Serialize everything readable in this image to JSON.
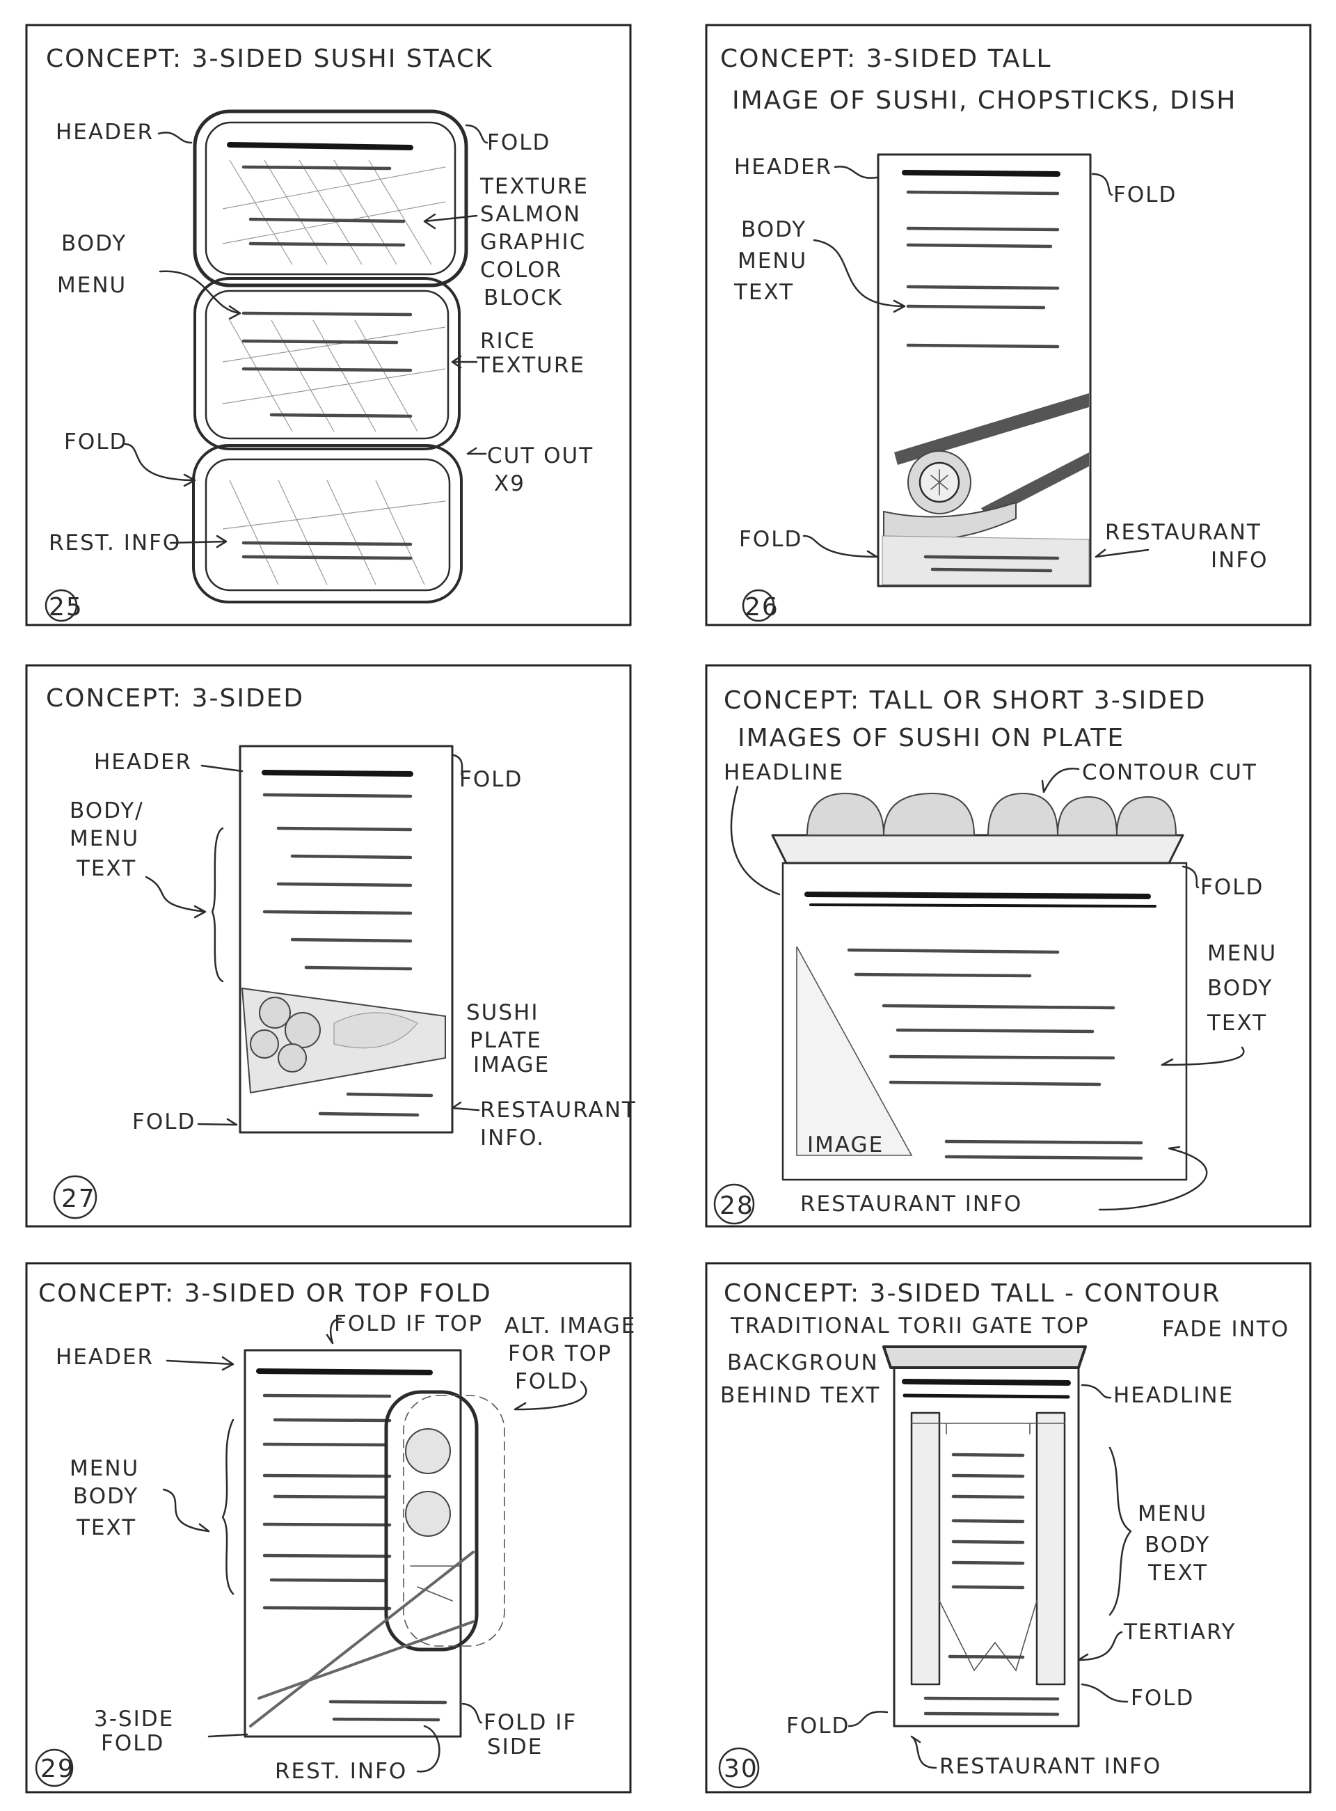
{
  "panels": [
    {
      "number": "25",
      "title": "CONCEPT: 3-SIDED SUSHI STACK",
      "subtitle": "",
      "labels": {
        "header": "HEADER",
        "fold_top": "FOLD",
        "texture_1": "TEXTURE",
        "texture_2": "SALMON",
        "texture_3": "GRAPHIC",
        "color_1": "COLOR",
        "color_2": "BLOCK",
        "body_1": "BODY",
        "body_2": "MENU",
        "rice_1": "RICE",
        "rice_2": "TEXTURE",
        "fold_mid": "FOLD",
        "cutout_1": "CUT OUT",
        "cutout_2": "X9",
        "rest": "REST. INFO"
      }
    },
    {
      "number": "26",
      "title": "CONCEPT: 3-SIDED TALL",
      "subtitle": "IMAGE OF SUSHI, CHOPSTICKS, DISH",
      "labels": {
        "header": "HEADER",
        "fold_top": "FOLD",
        "body_1": "BODY",
        "body_2": "MENU",
        "body_3": "TEXT",
        "fold_bottom": "FOLD",
        "rest_1": "RESTAURANT",
        "rest_2": "INFO"
      }
    },
    {
      "number": "27",
      "title": "CONCEPT: 3-SIDED",
      "subtitle": "",
      "labels": {
        "header": "HEADER",
        "fold_top": "FOLD",
        "body_1": "BODY/",
        "body_2": "MENU",
        "body_3": "TEXT",
        "sushi_1": "SUSHI",
        "sushi_2": "PLATE",
        "sushi_3": "IMAGE",
        "fold_bottom": "FOLD",
        "rest_1": "RESTAURANT",
        "rest_2": "INFO."
      }
    },
    {
      "number": "28",
      "title": "CONCEPT: TALL OR SHORT 3-SIDED",
      "subtitle": "IMAGES OF SUSHI ON PLATE",
      "labels": {
        "headline": "HEADLINE",
        "contour": "CONTOUR CUT",
        "fold": "FOLD",
        "menu_1": "MENU",
        "menu_2": "BODY",
        "menu_3": "TEXT",
        "image": "IMAGE",
        "rest": "RESTAURANT INFO"
      }
    },
    {
      "number": "29",
      "title": "CONCEPT: 3-SIDED OR TOP FOLD",
      "subtitle": "",
      "labels": {
        "fold_if_top": "FOLD IF TOP",
        "header": "HEADER",
        "alt_1": "ALT. IMAGE",
        "alt_2": "FOR TOP",
        "alt_3": "FOLD",
        "menu_1": "MENU",
        "menu_2": "BODY",
        "menu_3": "TEXT",
        "side_1": "3-SIDE",
        "side_2": "FOLD",
        "rest": "REST. INFO",
        "fold_side_1": "FOLD IF",
        "fold_side_2": "SIDE"
      }
    },
    {
      "number": "30",
      "title": "CONCEPT: 3-SIDED TALL - CONTOUR",
      "subtitle_1": "TRADITIONAL TORII GATE TOP",
      "subtitle_2": "FADE INTO",
      "labels": {
        "bg_1": "BACKGROUN",
        "bg_2": "BEHIND TEXT",
        "headline": "HEADLINE",
        "menu_1": "MENU",
        "menu_2": "BODY",
        "menu_3": "TEXT",
        "tertiary": "TERTIARY",
        "fold_right": "FOLD",
        "fold_left": "FOLD",
        "rest": "RESTAURANT INFO"
      }
    }
  ]
}
